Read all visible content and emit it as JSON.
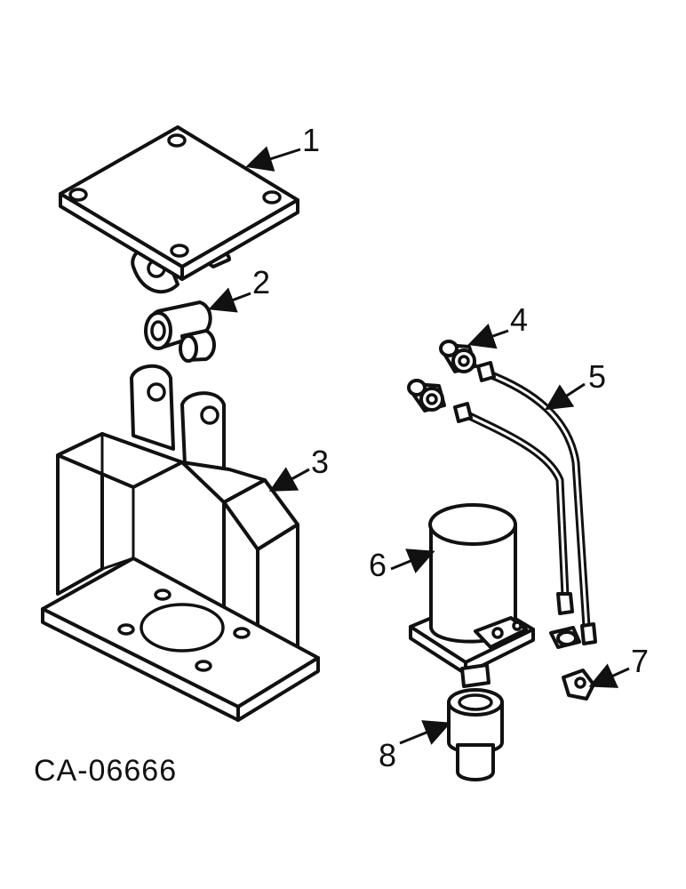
{
  "figure": {
    "catalog_number": "CA-06666",
    "callouts": [
      "1",
      "2",
      "3",
      "4",
      "5",
      "6",
      "7",
      "8"
    ]
  }
}
